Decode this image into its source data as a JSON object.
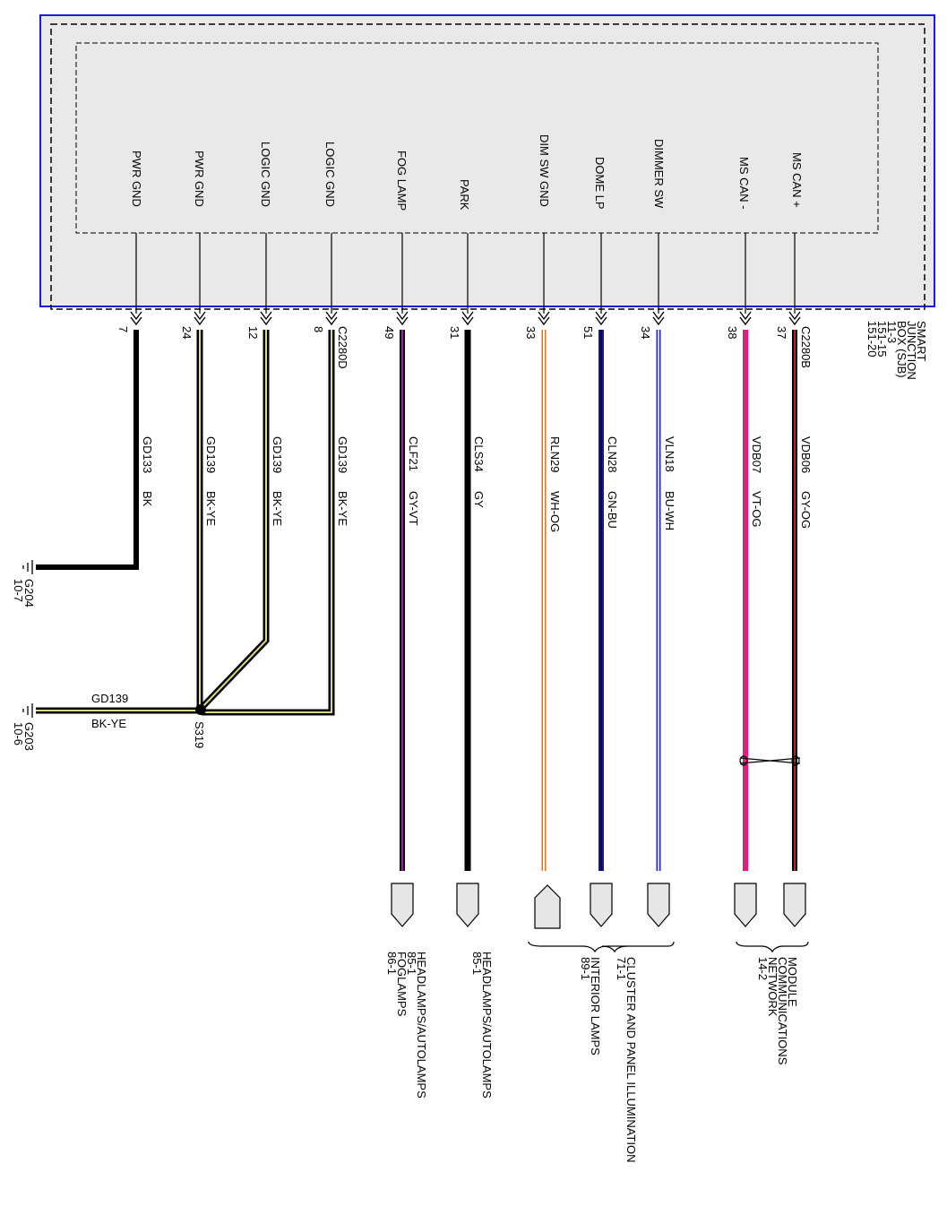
{
  "module": {
    "name_lines": [
      "SMART",
      "JUNCTION",
      "BOX (SJB)",
      "11-3",
      "151-15",
      "151-20"
    ]
  },
  "pins": [
    {
      "label": "PWR GND",
      "pin": "7",
      "circuit": "GD133",
      "color_code": "BK",
      "connector": ""
    },
    {
      "label": "PWR GND",
      "pin": "24",
      "circuit": "GD139",
      "color_code": "BK-YE",
      "connector": ""
    },
    {
      "label": "LOGIC GND",
      "pin": "12",
      "circuit": "GD139",
      "color_code": "BK-YE",
      "connector": ""
    },
    {
      "label": "LOGIC GND",
      "pin": "8",
      "circuit": "GD139",
      "color_code": "BK-YE",
      "connector": "C2280D"
    },
    {
      "label": "FOG LAMP",
      "pin": "49",
      "circuit": "CLF21",
      "color_code": "GY-VT",
      "connector": ""
    },
    {
      "label": "PARK",
      "pin": "31",
      "circuit": "CLS34",
      "color_code": "GY",
      "connector": ""
    },
    {
      "label": "DIM SW GND",
      "pin": "33",
      "circuit": "RLN29",
      "color_code": "WH-OG",
      "connector": ""
    },
    {
      "label": "DOME LP",
      "pin": "51",
      "circuit": "CLN28",
      "color_code": "GN-BU",
      "connector": ""
    },
    {
      "label": "DIMMER SW",
      "pin": "34",
      "circuit": "VLN18",
      "color_code": "BU-WH",
      "connector": ""
    },
    {
      "label": "MS CAN -",
      "pin": "38",
      "circuit": "VDB07",
      "color_code": "VT-OG",
      "connector": ""
    },
    {
      "label": "MS CAN +",
      "pin": "37",
      "circuit": "VDB06",
      "color_code": "GY-OG",
      "connector": "C2280B"
    }
  ],
  "grounds": [
    {
      "id": "G204",
      "ref": "10-7"
    },
    {
      "id": "G203",
      "ref": "10-6"
    }
  ],
  "splice": {
    "id": "S319",
    "circuit": "GD139",
    "color_code": "BK-YE"
  },
  "destinations": [
    {
      "lines": [
        "HEADLAMPS/AUTOLAMPS",
        "85-1",
        "FOGLAMPS",
        "86-1"
      ]
    },
    {
      "lines": [
        "HEADLAMPS/AUTOLAMPS",
        "85-1"
      ]
    },
    {
      "lines": [
        "CLUSTER AND PANEL ILLUMINATION",
        "71-1"
      ]
    },
    {
      "lines": [
        "INTERIOR LAMPS",
        "89-1"
      ]
    },
    {
      "lines": [
        "MODULE",
        "COMMUNICATIONS",
        "NETWORK",
        "14-2"
      ]
    }
  ],
  "wire_colors": {
    "black": "#000000",
    "yellow": "#d8d88a",
    "violet": "#8a2a8a",
    "orange": "#e87020",
    "navy": "#1a1a80",
    "blue": "#2a2ab0",
    "pink": "#e0207a",
    "red": "#c02020",
    "module_border": "#1a1adc",
    "module_fill": "#e9e9e9"
  }
}
